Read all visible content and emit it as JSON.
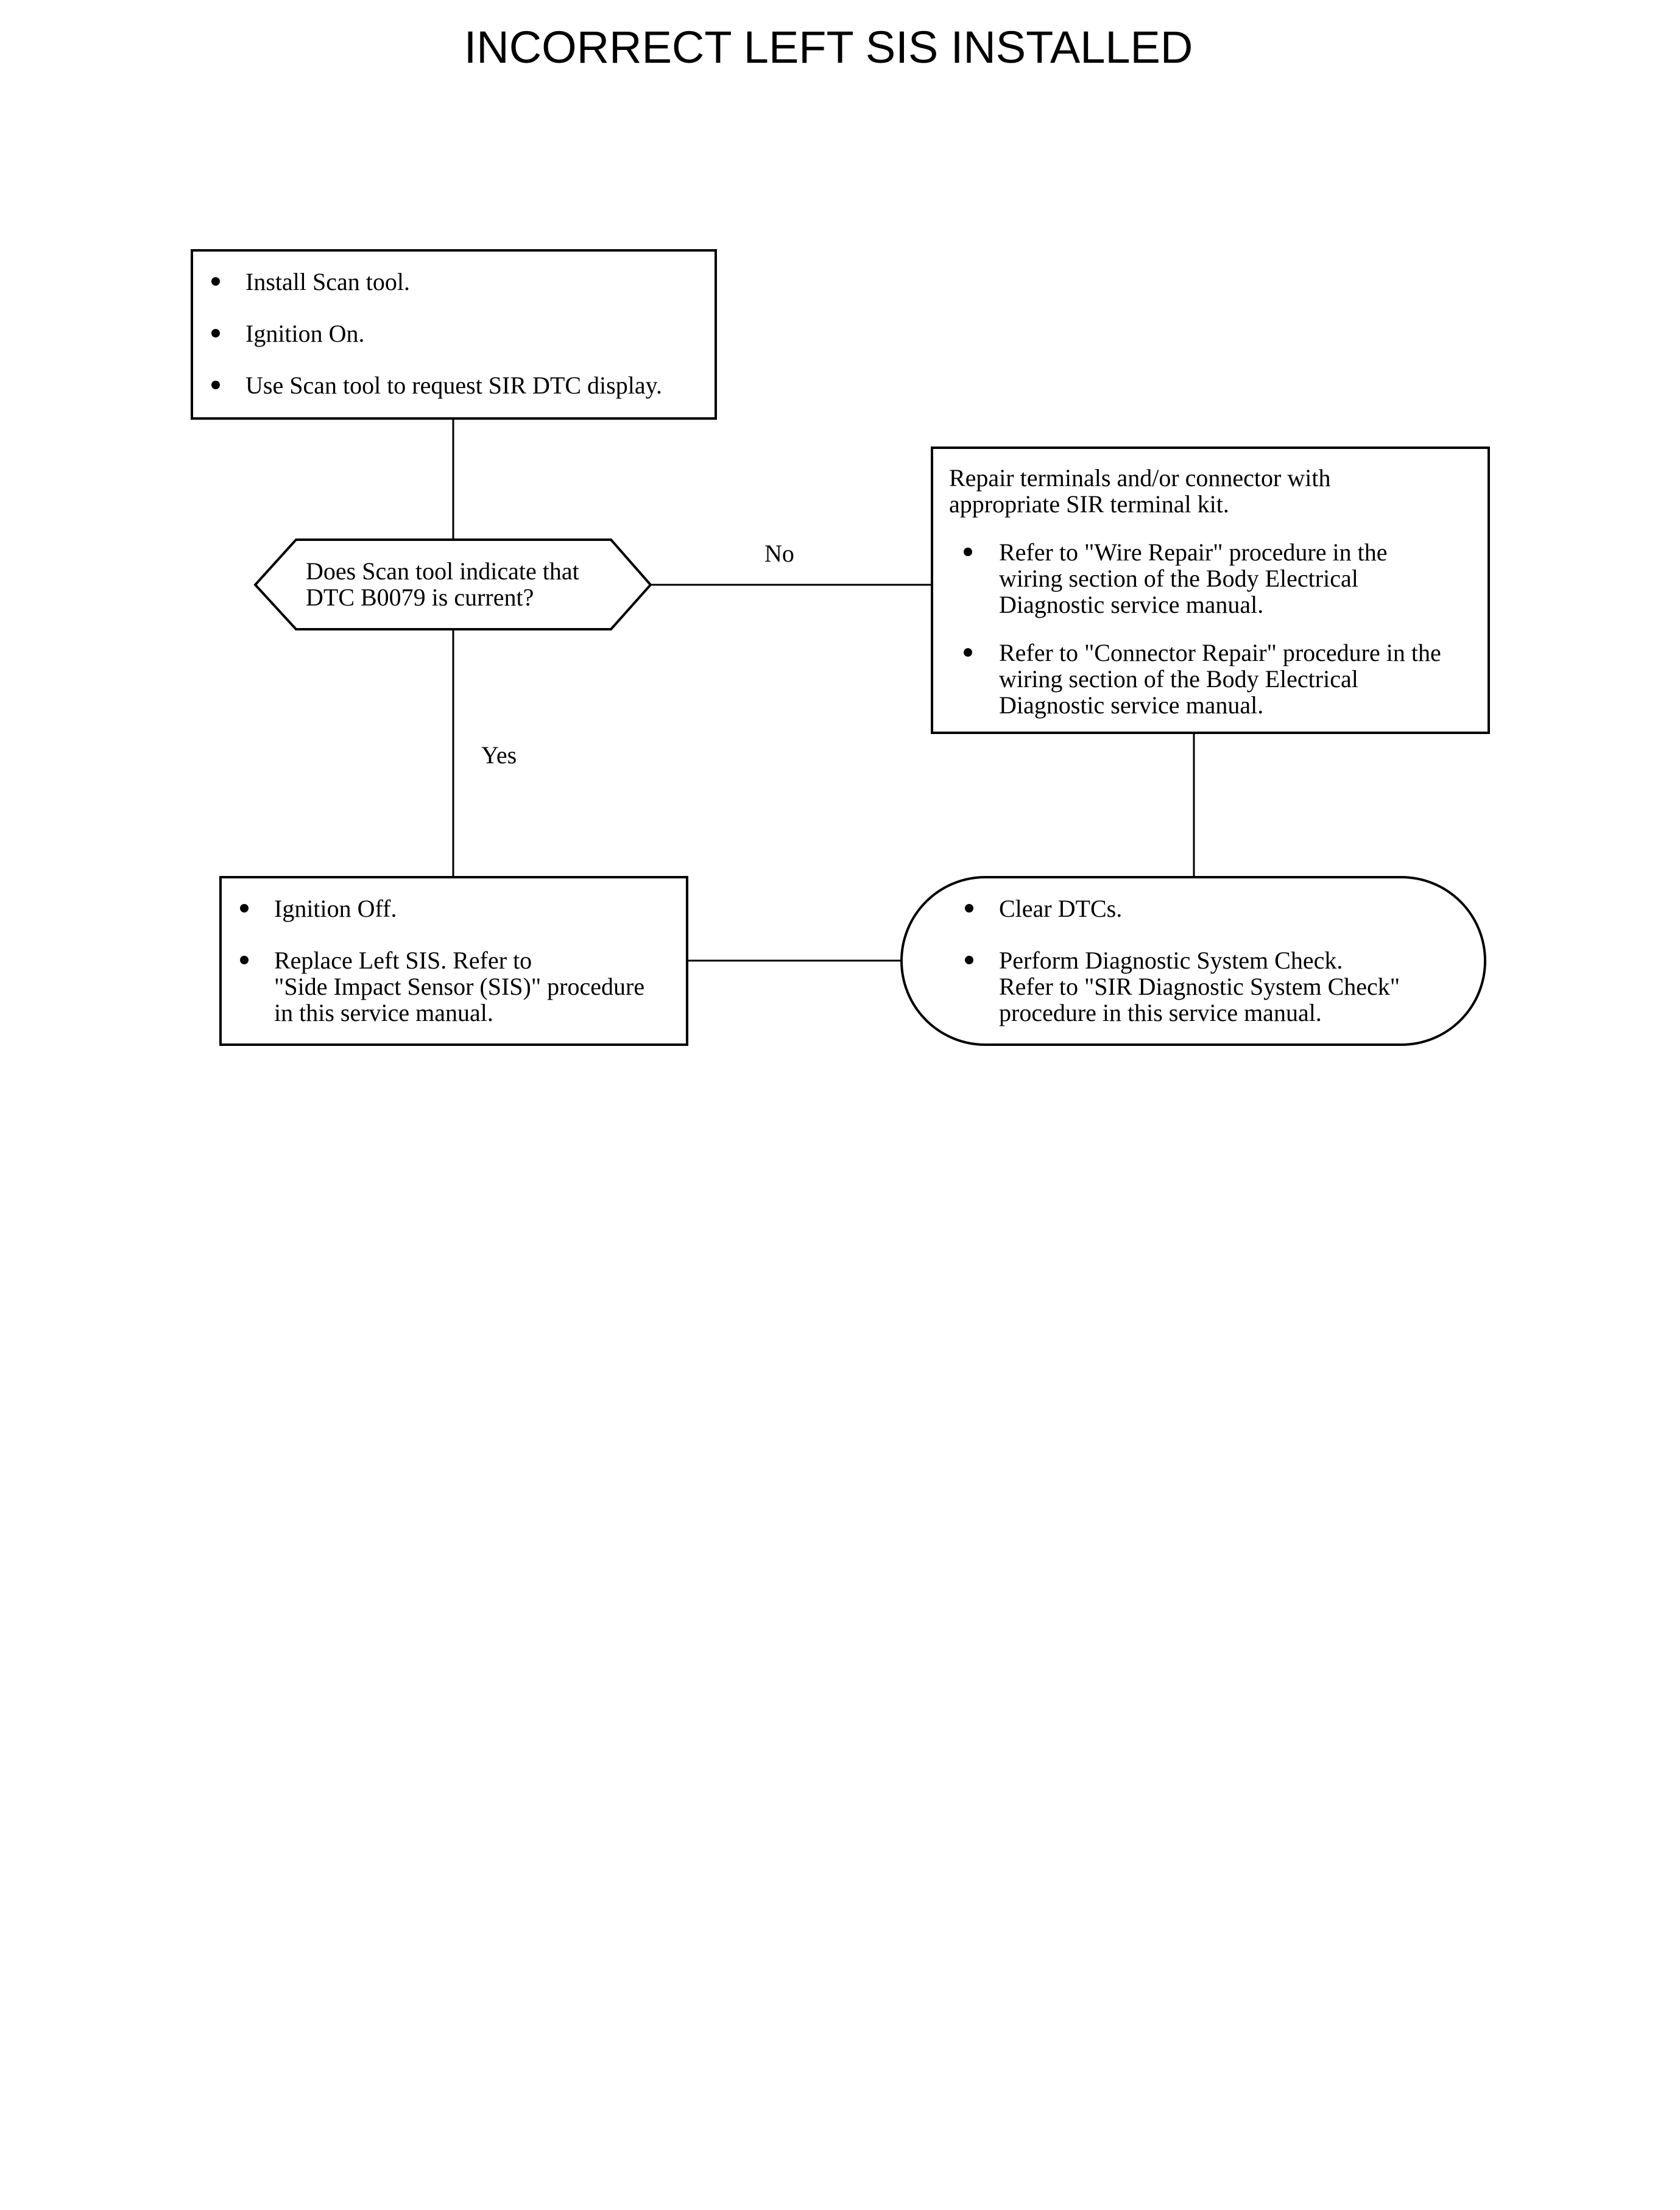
{
  "title": "INCORRECT LEFT SIS INSTALLED",
  "start_box": {
    "items": [
      "Install Scan tool.",
      "Ignition On.",
      "Use Scan tool to request SIR DTC display."
    ]
  },
  "decision": {
    "text": "Does Scan tool indicate that\nDTC B0079 is current?",
    "no_label": "No",
    "yes_label": "Yes"
  },
  "repair_box": {
    "intro": "Repair terminals and/or connector with\nappropriate SIR terminal kit.",
    "items": [
      "Refer to \"Wire Repair\" procedure in the\nwiring section of the Body Electrical\nDiagnostic service manual.",
      "Refer to \"Connector Repair\" procedure in the\nwiring section of the Body Electrical\nDiagnostic service manual."
    ]
  },
  "replace_box": {
    "items": [
      "Ignition Off.",
      "Replace Left SIS.  Refer to\n\"Side Impact Sensor (SIS)\" procedure\nin this service manual."
    ]
  },
  "end_box": {
    "items": [
      "Clear DTCs.",
      "Perform Diagnostic System Check.\nRefer to \"SIR Diagnostic System Check\"\nprocedure in this service manual."
    ]
  }
}
